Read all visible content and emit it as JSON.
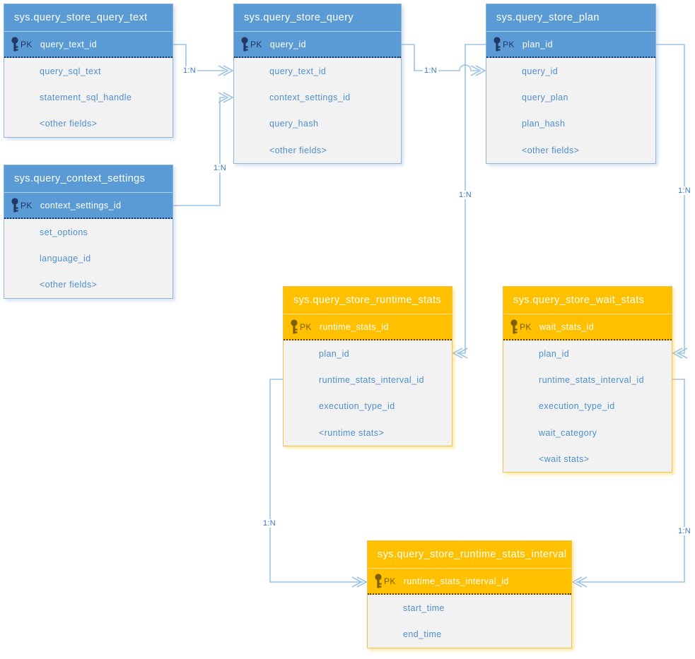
{
  "diagram": {
    "colors": {
      "blue_header": "#5B9BD5",
      "orange_header": "#FFC000",
      "body_background": "#F2F2F2",
      "field_text": "#4e8fcc",
      "connector_line": "#9DC3E6",
      "cardinality_text": "#3a76c4",
      "pk_icon_blue": "#1F3864",
      "pk_icon_orange": "#7F6000"
    },
    "tables": [
      {
        "title": "sys.query_store_query_text",
        "theme": "blue",
        "pk_label": "PK",
        "pk_field": "query_text_id",
        "fields": [
          "query_sql_text",
          "statement_sql_handle",
          "<other fields>"
        ]
      },
      {
        "title": "sys.query_store_query",
        "theme": "blue",
        "pk_label": "PK",
        "pk_field": "query_id",
        "fields": [
          "query_text_id",
          "context_settings_id",
          "query_hash",
          "<other fields>"
        ]
      },
      {
        "title": "sys.query_store_plan",
        "theme": "blue",
        "pk_label": "PK",
        "pk_field": "plan_id",
        "fields": [
          "query_id",
          "query_plan",
          "plan_hash",
          "<other fields>"
        ]
      },
      {
        "title": "sys.query_context_settings",
        "theme": "blue",
        "pk_label": "PK",
        "pk_field": "context_settings_id",
        "fields": [
          "set_options",
          "language_id",
          "<other fields>"
        ]
      },
      {
        "title": "sys.query_store_runtime_stats",
        "theme": "orange",
        "pk_label": "PK",
        "pk_field": "runtime_stats_id",
        "fields": [
          "plan_id",
          "runtime_stats_interval_id",
          "execution_type_id",
          "<runtime stats>"
        ]
      },
      {
        "title": "sys.query_store_wait_stats",
        "theme": "orange",
        "pk_label": "PK",
        "pk_field": "wait_stats_id",
        "fields": [
          "plan_id",
          "runtime_stats_interval_id",
          "execution_type_id",
          "wait_category",
          "<wait stats>"
        ]
      },
      {
        "title": "sys.query_store_runtime_stats_interval",
        "theme": "orange",
        "pk_label": "PK",
        "pk_field": "runtime_stats_interval_id",
        "fields": [
          "start_time",
          "end_time"
        ]
      }
    ],
    "relationships": [
      {
        "label": "1:N",
        "from": "sys.query_store_query_text.query_text_id",
        "to": "sys.query_store_query.query_text_id"
      },
      {
        "label": "1:N",
        "from": "sys.query_context_settings.context_settings_id",
        "to": "sys.query_store_query.context_settings_id"
      },
      {
        "label": "1:N",
        "from": "sys.query_store_query.query_id",
        "to": "sys.query_store_plan.query_id"
      },
      {
        "label": "1:N",
        "from": "sys.query_store_plan.plan_id",
        "to": "sys.query_store_runtime_stats.plan_id"
      },
      {
        "label": "1:N",
        "from": "sys.query_store_plan.plan_id",
        "to": "sys.query_store_wait_stats.plan_id"
      },
      {
        "label": "1:N",
        "from": "sys.query_store_runtime_stats_interval.runtime_stats_interval_id",
        "to": "sys.query_store_runtime_stats.runtime_stats_interval_id"
      },
      {
        "label": "1:N",
        "from": "sys.query_store_runtime_stats_interval.runtime_stats_interval_id",
        "to": "sys.query_store_wait_stats.runtime_stats_interval_id"
      }
    ]
  }
}
